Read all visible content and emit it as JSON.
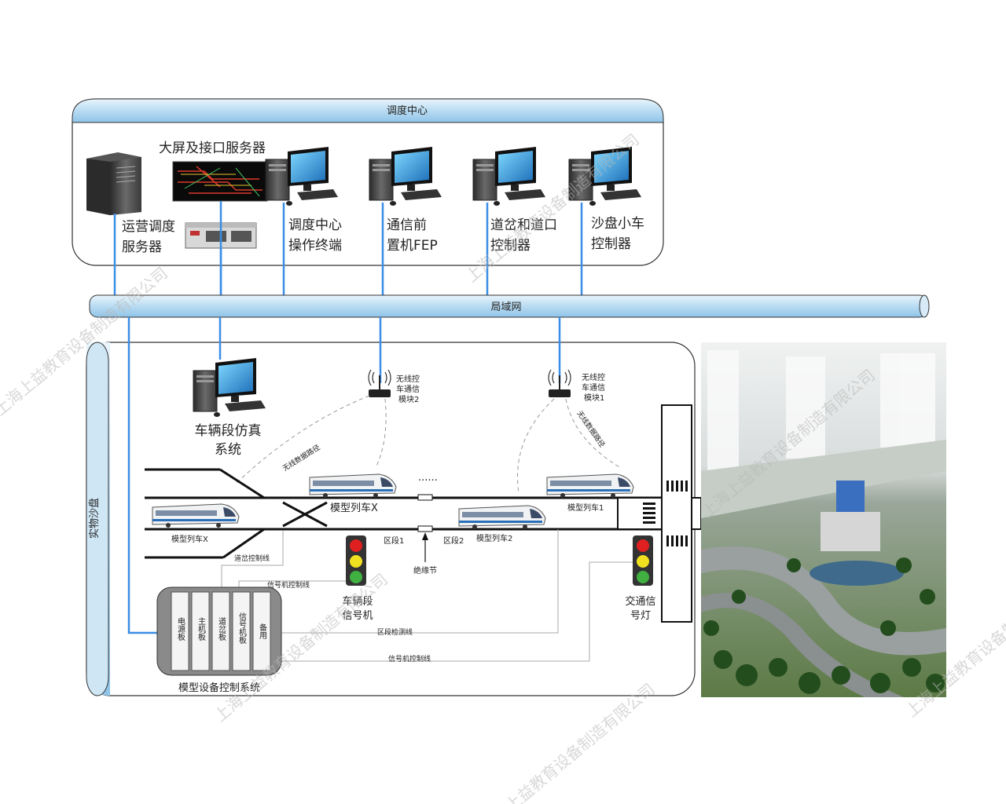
{
  "control_center": {
    "title": "调度中心",
    "big_screen_label": "大屏及接口服务器",
    "ops_server_label": [
      "运营调度",
      "服务器"
    ],
    "dispatch_terminal_label": [
      "调度中心",
      "操作终端"
    ],
    "fep_label": [
      "通信前",
      "置机FEP"
    ],
    "switch_controller_label": [
      "道岔和道口",
      "控制器"
    ],
    "car_controller_label": [
      "沙盘小车",
      "控制器"
    ]
  },
  "lan": {
    "label": "局域网"
  },
  "sandbox": {
    "title": "实物沙盘",
    "depot_sim_label": [
      "车辆段仿真",
      "系统"
    ],
    "wireless_module_2": [
      "无线控",
      "车通信",
      "模块2"
    ],
    "wireless_module_1": [
      "无线控",
      "车通信",
      "模块1"
    ],
    "wireless_path_1": "无线数据路径",
    "wireless_path_2": "无线数据路径",
    "ellipsis": "......",
    "train_x_top": "模型列车X",
    "train_x_left": "模型列车X",
    "train_1": "模型列车1",
    "train_2": "模型列车2",
    "section_1": "区段1",
    "section_2": "区段2",
    "insulation_joint": "绝缘节",
    "switch_control_line": "道岔控制线",
    "signal_control_line_1": "信号机控制线",
    "section_detect_line": "区段检测线",
    "signal_control_line_2": "信号机控制线",
    "depot_signal_label": [
      "车辆段",
      "信号机"
    ],
    "traffic_light_label": [
      "交通信",
      "号灯"
    ],
    "control_system_label": "模型设备控制系统",
    "boards": [
      "电源板",
      "主机板",
      "道岔板",
      "信号机板",
      "备用"
    ]
  },
  "watermark": "上海上益教育设备制造有限公司",
  "colors": {
    "lan_pipe": "#cfe6f5",
    "link_blue": "#3a8ee6",
    "border_blue": "#7ab4e0",
    "signal_red": "#e02020",
    "signal_yellow": "#f0e020",
    "signal_green": "#40b040"
  }
}
